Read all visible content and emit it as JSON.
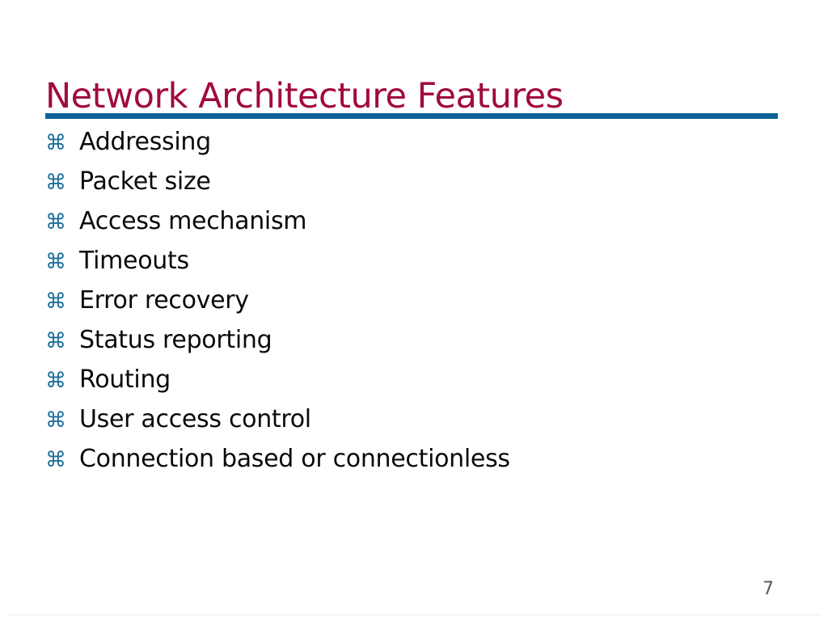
{
  "slide": {
    "title": "Network Architecture Features",
    "title_color": "#A10B3C",
    "divider_color": "#0C6496",
    "background_color": "#FFFFFF",
    "bullet_glyph": "⌘",
    "bullet_glyph_name": "place-of-interest-icon",
    "bullet_color": "#1D6E99",
    "body_color": "#0A0A0A",
    "page_number": "7",
    "page_number_color": "#575757",
    "bullets": [
      {
        "label": "Addressing"
      },
      {
        "label": "Packet size"
      },
      {
        "label": "Access mechanism"
      },
      {
        "label": "Timeouts"
      },
      {
        "label": "Error recovery"
      },
      {
        "label": "Status reporting"
      },
      {
        "label": "Routing"
      },
      {
        "label": "User access control"
      },
      {
        "label": "Connection based or connectionless"
      }
    ]
  }
}
